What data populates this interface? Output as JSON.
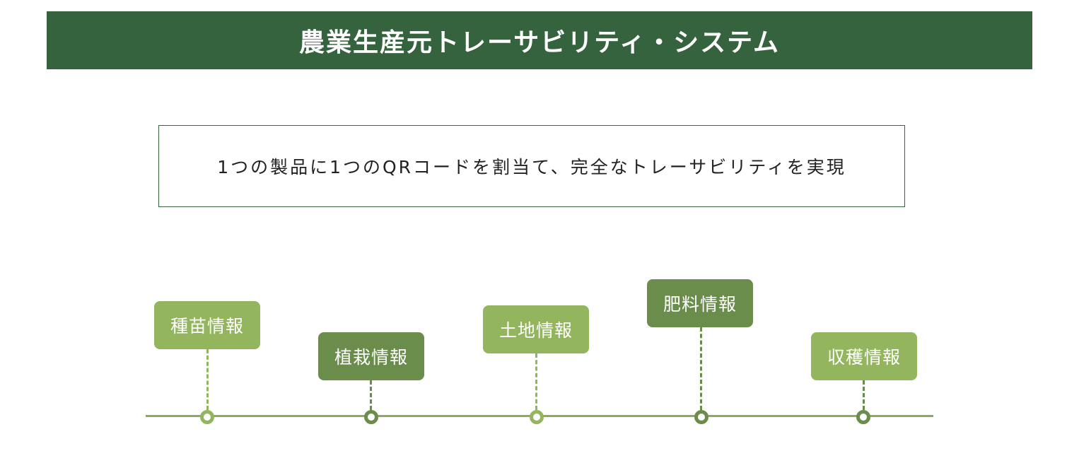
{
  "header": {
    "title": "農業生産元トレーサビリティ・システム"
  },
  "tagline": {
    "text": "1つの製品に1つのQRコードを割当て、完全なトレーサビリティを実現"
  },
  "timeline": {
    "stages": [
      {
        "label": "種苗情報",
        "tone": "light"
      },
      {
        "label": "植栽情報",
        "tone": "dark"
      },
      {
        "label": "土地情報",
        "tone": "light"
      },
      {
        "label": "肥料情報",
        "tone": "dark"
      },
      {
        "label": "収穫情報",
        "tone": "dark"
      }
    ]
  },
  "colors": {
    "banner": "#35633d",
    "light": "#93b55d",
    "dark": "#6a8d4b",
    "axis": "#8aaa5c"
  }
}
